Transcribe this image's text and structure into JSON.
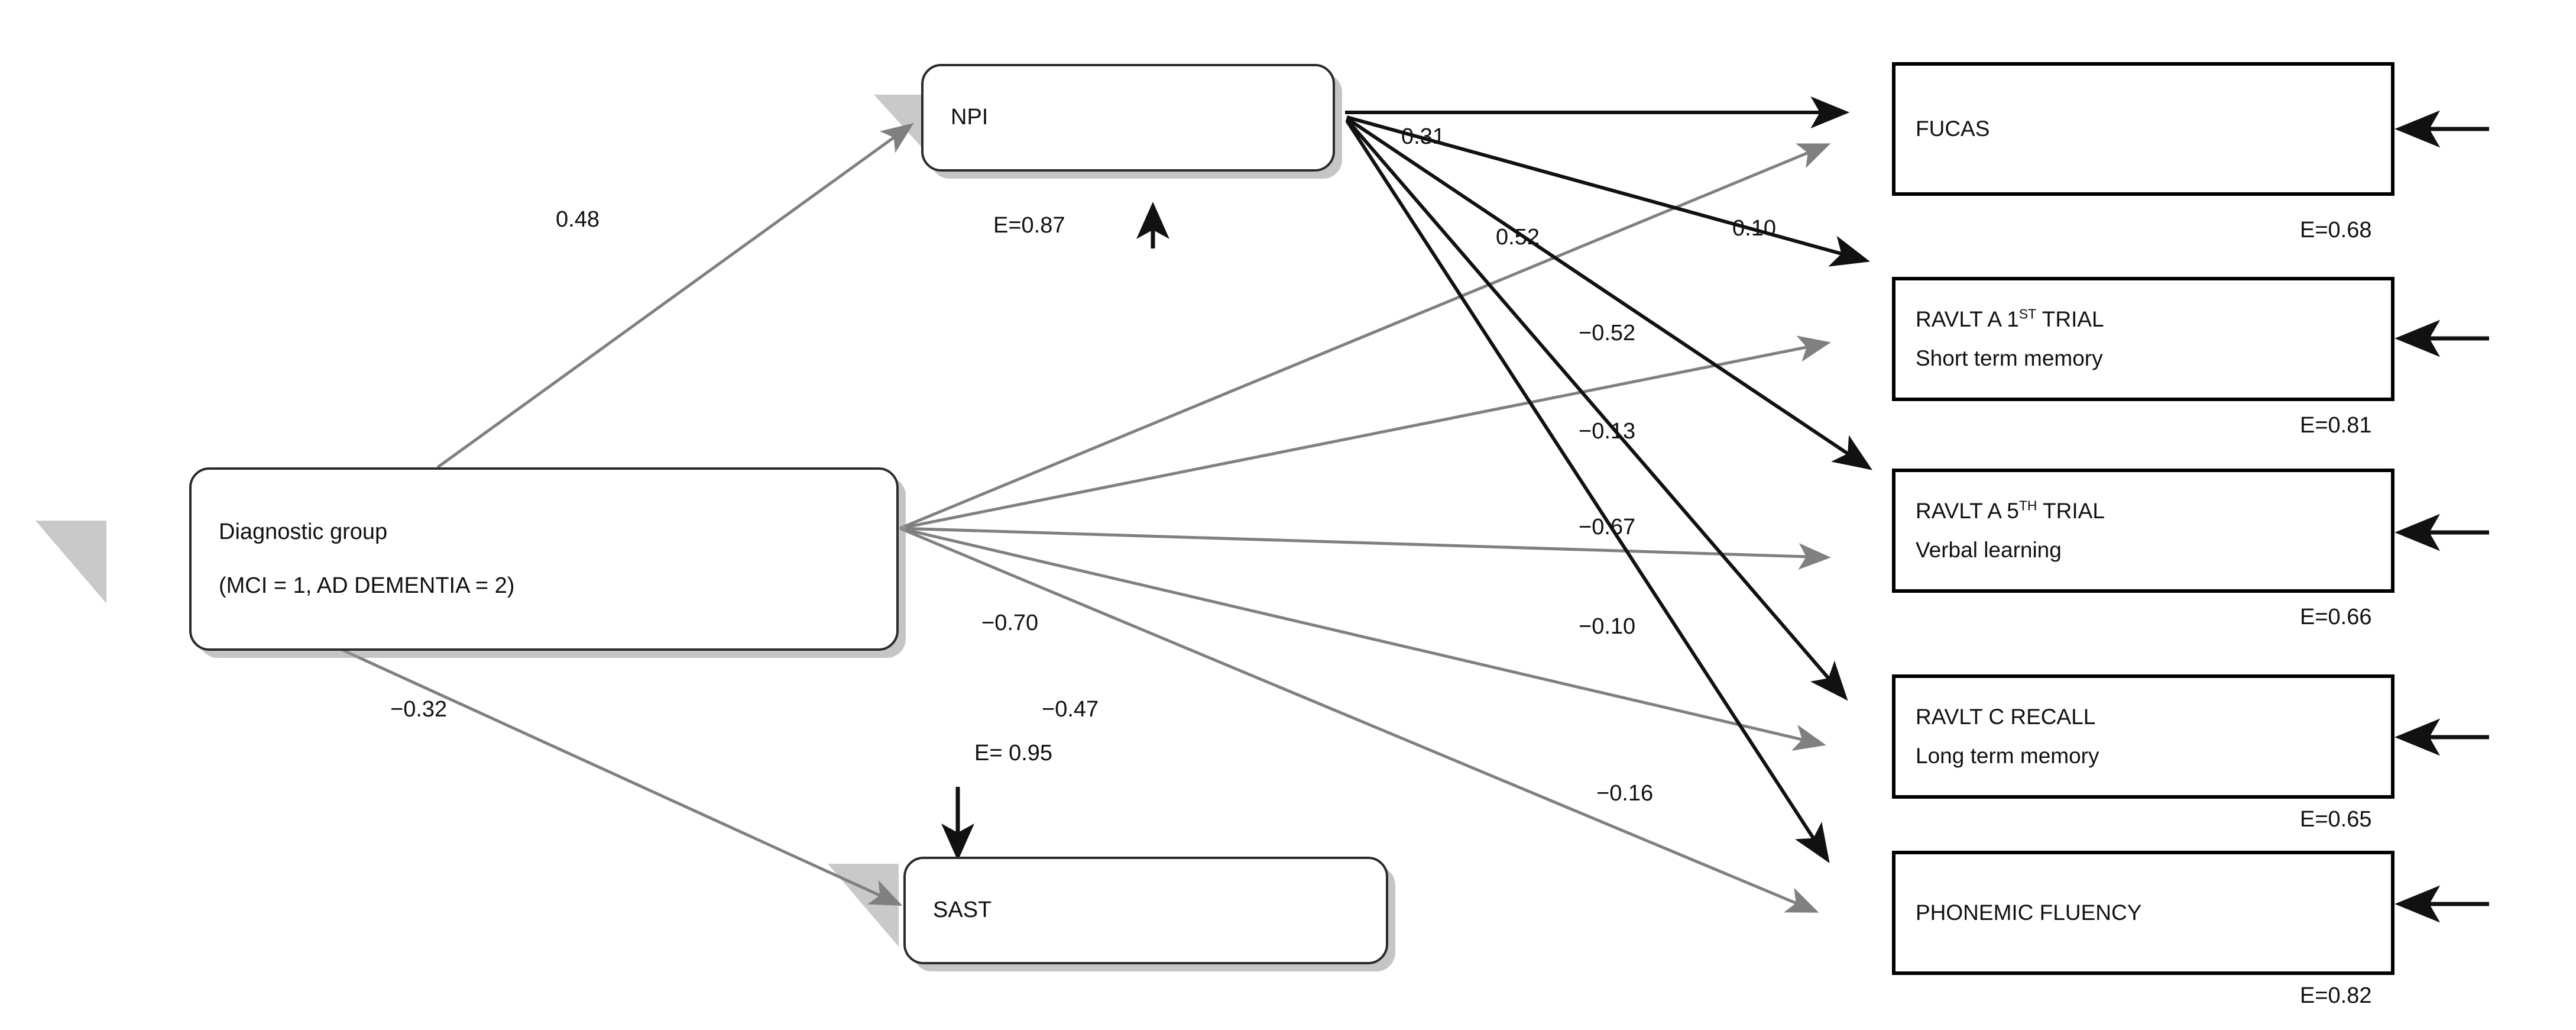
{
  "diagram": {
    "title": "Structural equation path diagram",
    "colors": {
      "strong_path": "#111111",
      "weak_path": "#808080",
      "box_border": "#000000",
      "rounded_border": "#2b2b2b",
      "shadow": "#c9c9c9",
      "background": "#ffffff"
    }
  },
  "nodes": {
    "predictor": {
      "id": "diagnostic-group",
      "line1": "Diagnostic group",
      "line2": "(MCI = 1, AD DEMENTIA = 2)"
    },
    "mediator": {
      "id": "npi",
      "label": "NPI",
      "error_label": "E=0.87"
    },
    "sast": {
      "id": "sast",
      "label": "SAST",
      "error_label": "E= 0.95"
    },
    "outcomes": [
      {
        "id": "fucas",
        "line1": "FUCAS",
        "line2": "",
        "error_label": "E=0.68"
      },
      {
        "id": "ravlt-a-1st-trial",
        "line1": "RAVLT A 1ST TRIAL",
        "line1_pre": "RAVLT A 1",
        "line1_sup": "ST",
        "line1_post": " TRIAL",
        "line2": "Short term memory",
        "error_label": "E=0.81"
      },
      {
        "id": "ravlt-a-5th-trial",
        "line1": "RAVLT A 5TH TRIAL",
        "line1_pre": "RAVLT A 5",
        "line1_sup": "TH",
        "line1_post": " TRIAL",
        "line2": "Verbal  learning",
        "error_label": "E=0.66"
      },
      {
        "id": "ravlt-c-recall",
        "line1": "RAVLT C RECALL",
        "line2": "Long term memory",
        "error_label": "E=0.65"
      },
      {
        "id": "phonemic-fluency",
        "line1": "PHONEMIC FLUENCY",
        "line2": "",
        "error_label": "E=0.82"
      }
    ]
  },
  "chart_data": {
    "type": "diagram",
    "title": "Path diagram of diagnostic group, NPI and cognitive outcomes",
    "paths": [
      {
        "from": "diagnostic-group",
        "to": "npi",
        "coefficient": "0.48",
        "value": 0.48,
        "style": "grey"
      },
      {
        "from": "diagnostic-group",
        "to": "sast",
        "coefficient": "−0.32",
        "value": -0.32,
        "style": "grey"
      },
      {
        "from": "diagnostic-group",
        "to": "fucas",
        "coefficient": "−0.52",
        "value": -0.52,
        "style": "grey"
      },
      {
        "from": "diagnostic-group",
        "to": "ravlt-a-1st-trial",
        "coefficient": "−0.13",
        "value": -0.13,
        "style": "grey"
      },
      {
        "from": "diagnostic-group",
        "to": "ravlt-a-5th-trial",
        "coefficient": "−0.67",
        "value": -0.67,
        "style": "grey"
      },
      {
        "from": "diagnostic-group",
        "to": "ravlt-c-recall",
        "coefficient": "−0.70",
        "value": -0.7,
        "style": "grey"
      },
      {
        "from": "diagnostic-group",
        "to": "phonemic-fluency",
        "coefficient": "−0.16",
        "value": -0.16,
        "style": "grey"
      },
      {
        "from": "npi",
        "to": "fucas",
        "coefficient": "0.31",
        "value": 0.31,
        "style": "black"
      },
      {
        "from": "npi",
        "to": "ravlt-a-1st-trial",
        "coefficient": "0.52",
        "value": 0.52,
        "style": "black"
      },
      {
        "from": "npi",
        "to": "ravlt-a-5th-trial",
        "coefficient": "−0.10",
        "value": -0.1,
        "style": "black"
      },
      {
        "from": "npi",
        "to": "ravlt-c-recall",
        "coefficient": "−0.47",
        "value": -0.47,
        "style": "black"
      },
      {
        "from": "npi",
        "to": "phonemic-fluency",
        "coefficient": "−0.10",
        "value": -0.1,
        "style": "black"
      }
    ],
    "coefficient_labels": [
      "0.48",
      "−0.32",
      "0.31",
      "0.52",
      "0.10",
      "−0.52",
      "−0.13",
      "−0.67",
      "−0.70",
      "−0.47",
      "−0.10",
      "−0.16"
    ],
    "error_terms": {
      "npi": "E=0.87",
      "sast": "E= 0.95",
      "fucas": "E=0.68",
      "ravlt-a-1st-trial": "E=0.81",
      "ravlt-a-5th-trial": "E=0.66",
      "ravlt-c-recall": "E=0.65",
      "phonemic-fluency": "E=0.82"
    }
  },
  "labels": {
    "c_048": "0.48",
    "c_031": "0.31",
    "c_052a": "0.52",
    "c_010a": "0.10",
    "c_052b": "−0.52",
    "c_013": "−0.13",
    "c_067": "−0.67",
    "c_010b": "−0.10",
    "c_070": "−0.70",
    "c_032": "−0.32",
    "c_047": "−0.47",
    "c_016": "−0.16"
  }
}
